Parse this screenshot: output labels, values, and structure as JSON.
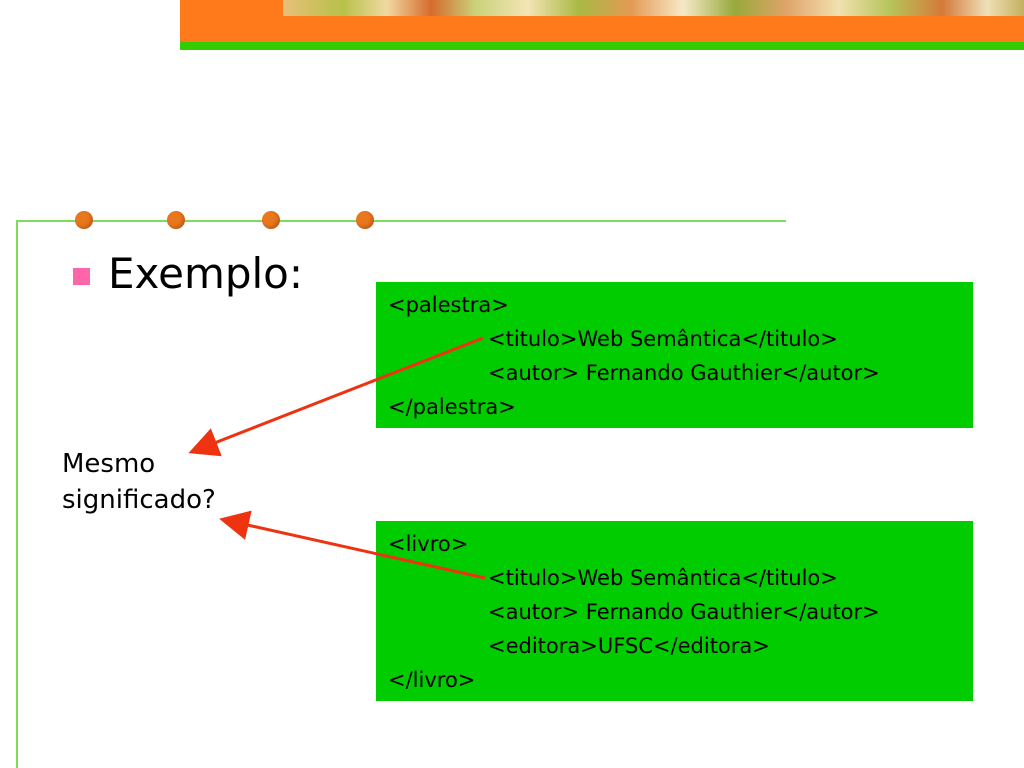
{
  "slide": {
    "title": "Exemplo:",
    "question_line1": "Mesmo",
    "question_line2": "significado?"
  },
  "box1": {
    "lines": [
      "<palestra>",
      "<titulo>Web Semântica</titulo>",
      "<autor> Fernando Gauthier</autor>",
      "</palestra>"
    ]
  },
  "box2": {
    "lines": [
      "<livro>",
      "<titulo>Web Semântica</titulo>",
      "<autor> Fernando Gauthier</autor>",
      "<editora>UFSC</editora>",
      "</livro>"
    ]
  },
  "colors": {
    "banner_orange": "#ff7a1a",
    "box_green": "#00cc00",
    "arrow_red": "#ee3311",
    "bullet_pink": "#ff66aa"
  }
}
